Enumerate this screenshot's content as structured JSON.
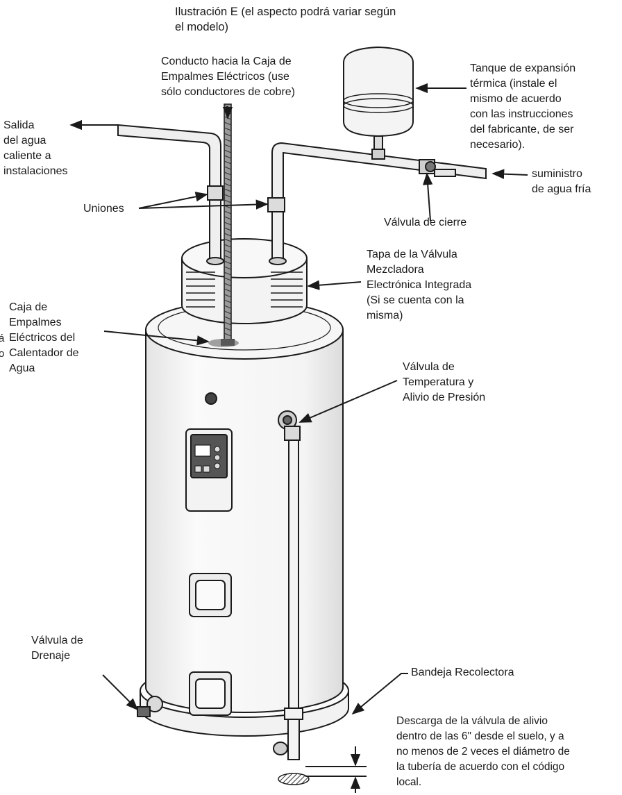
{
  "figure": {
    "title_lines": [
      "Ilustración E (el aspecto podrá variar según",
      "el modelo)"
    ]
  },
  "labels": {
    "conduit": [
      "Conducto hacia la Caja de",
      "Empalmes Eléctricos (use",
      "sólo conductores de cobre)"
    ],
    "hot_outlet": [
      "Salida",
      "del agua",
      "caliente a",
      "instalaciones"
    ],
    "expansion_tank": [
      "Tanque de expansión",
      "térmica (instale el",
      "mismo de acuerdo",
      "con las instrucciones",
      "del fabricante, de ser",
      "necesario)."
    ],
    "cold_supply": [
      "suministro",
      "de agua fría"
    ],
    "unions": "Uniones",
    "shutoff_valve": "Válvula de cierre",
    "mixing_valve_cover": [
      "Tapa de la Válvula",
      "Mezcladora",
      "Electrónica Integrada",
      "(Si se cuenta con la",
      "misma)"
    ],
    "junction_box": [
      "Caja de",
      "Empalmes",
      "Eléctricos del",
      "Calentador de",
      "Agua"
    ],
    "tp_valve": [
      "Válvula de",
      "Temperatura y",
      "Alivio de Presión"
    ],
    "drain_valve": [
      "Válvula de",
      "Drenaje"
    ],
    "drain_pan": "Bandeja Recolectora",
    "discharge": [
      "Descarga de la válvula de alivio",
      "dentro de las 6\" desde el suelo, y a",
      "no menos de 2 veces el diámetro de",
      "la tubería de acuerdo con el código",
      "local."
    ]
  },
  "edge_fragments": [
    "á",
    "o"
  ],
  "colors": {
    "line": "#1a1a1a",
    "tank_fill": "#f7f7f7",
    "shadow": "#d8d8d8",
    "pipe": "#efefef"
  }
}
